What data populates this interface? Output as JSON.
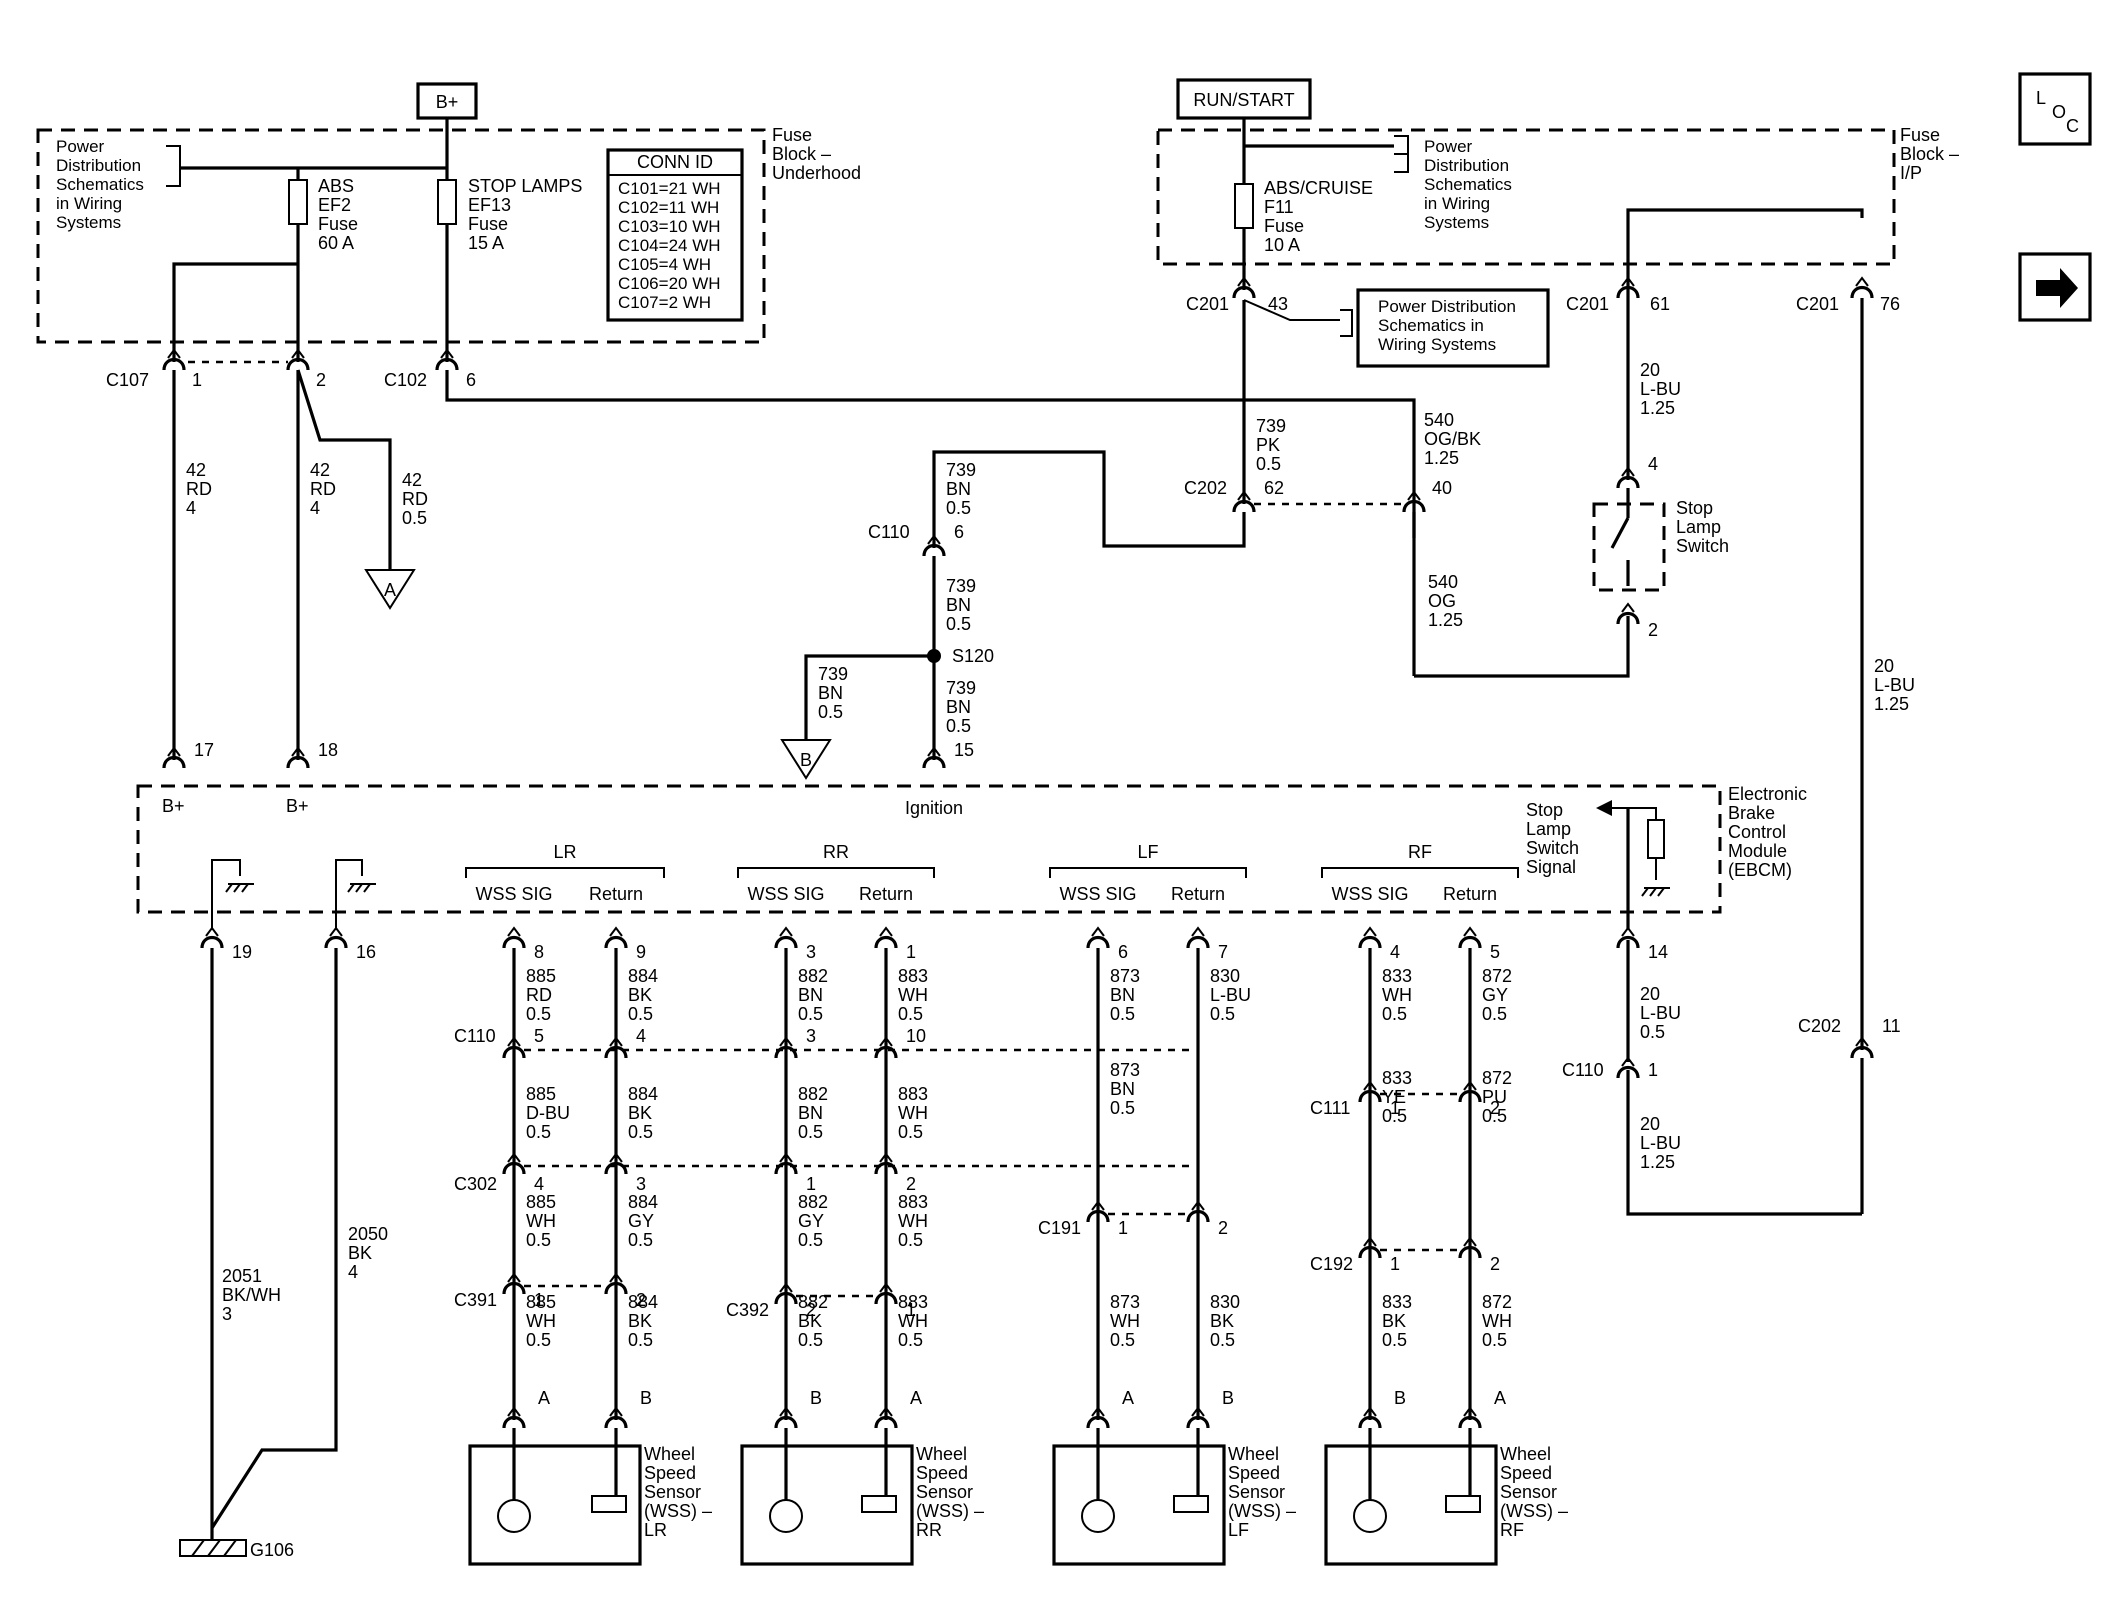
{
  "sources": {
    "b_plus": "B+",
    "run_start": "RUN/START"
  },
  "fuse_blocks": {
    "underhood": [
      "Fuse",
      "Block –",
      "Underhood"
    ],
    "ip": [
      "Fuse",
      "Block –",
      "I/P"
    ]
  },
  "references": {
    "power_dist_1": [
      "Power",
      "Distribution",
      "Schematics",
      "in Wiring",
      "Systems"
    ],
    "power_dist_2": [
      "Power",
      "Distribution",
      "Schematics",
      "in Wiring",
      "Systems"
    ],
    "power_dist_3": [
      "Power Distribution",
      "Schematics in",
      "Wiring Systems"
    ]
  },
  "fuses": {
    "abs": [
      "ABS",
      "EF2",
      "Fuse",
      "60 A"
    ],
    "stop_lamps": [
      "STOP LAMPS",
      "EF13",
      "Fuse",
      "15 A"
    ],
    "abs_cruise": [
      "ABS/CRUISE",
      "F11",
      "Fuse",
      "10 A"
    ]
  },
  "conn_id": {
    "title": "CONN ID",
    "rows": [
      "C101=21 WH",
      "C102=11 WH",
      "C103=10 WH",
      "C104=24 WH",
      "C105=4 WH",
      "C106=20 WH",
      "C107=2 WH"
    ]
  },
  "connectors": {
    "c107": "C107",
    "c107_p1": "1",
    "c107_p2": "2",
    "c102": "C102",
    "c102_p6": "6",
    "c201_a": "C201",
    "c201_a_pin": "43",
    "c201_b": "C201",
    "c201_b_pin": "61",
    "c201_c": "C201",
    "c201_c_pin": "76",
    "c202_a": "C202",
    "c202_a_pin": "62",
    "c202_a_pin2": "40",
    "c110_a": "C110",
    "c110_a_pin": "6",
    "s120": "S120",
    "pin15": "15",
    "pin17": "17",
    "pin18": "18",
    "ssw_4": "4",
    "ssw_2": "2",
    "c202_b": "C202",
    "c202_b_pin": "11",
    "c110_b": "C110",
    "c110_b_pin": "1",
    "pin14": "14",
    "pin19": "19",
    "pin16": "16",
    "g106": "G106"
  },
  "wires": {
    "w42rd4a": [
      "42",
      "RD",
      "4"
    ],
    "w42rd4b": [
      "42",
      "RD",
      "4"
    ],
    "w42rd05": [
      "42",
      "RD",
      "0.5"
    ],
    "w739pk": [
      "739",
      "PK",
      "0.5"
    ],
    "w540ogbk": [
      "540",
      "OG/BK",
      "1.25"
    ],
    "w739bn_a": [
      "739",
      "BN",
      "0.5"
    ],
    "w739bn_b": [
      "739",
      "BN",
      "0.5"
    ],
    "w739bn_c": [
      "739",
      "BN",
      "0.5"
    ],
    "w739bn_d": [
      "739",
      "BN",
      "0.5"
    ],
    "w540og": [
      "540",
      "OG",
      "1.25"
    ],
    "w20lbu_a": [
      "20",
      "L-BU",
      "1.25"
    ],
    "w20lbu_b": [
      "20",
      "L-BU",
      "1.25"
    ],
    "w20lbu_c": [
      "20",
      "L-BU",
      "0.5"
    ],
    "w20lbu_d": [
      "20",
      "L-BU",
      "1.25"
    ],
    "w2051": [
      "2051",
      "BK/WH",
      "3"
    ],
    "w2050": [
      "2050",
      "BK",
      "4"
    ]
  },
  "grounds_offpage": {
    "a": "A",
    "b": "B"
  },
  "stop_lamp_switch": [
    "Stop",
    "Lamp",
    "Switch"
  ],
  "ebcm": {
    "name": [
      "Electronic",
      "Brake",
      "Control",
      "Module",
      "(EBCM)"
    ],
    "bplus1": "B+",
    "bplus2": "B+",
    "ignition": "Ignition",
    "stop_signal": [
      "Stop",
      "Lamp",
      "Switch",
      "Signal"
    ],
    "wss_sig": "WSS SIG",
    "return": "Return"
  },
  "channels": [
    {
      "label": "LR",
      "pin_sig": "8",
      "pin_ret": "9",
      "sig1": [
        "885",
        "RD",
        "0.5"
      ],
      "ret1": [
        "884",
        "BK",
        "0.5"
      ],
      "c1": "C110",
      "c1_sig": "5",
      "c1_ret": "4",
      "sig2": [
        "885",
        "D-BU",
        "0.5"
      ],
      "ret2": [
        "884",
        "BK",
        "0.5"
      ],
      "c2": "C302",
      "c2_sig": "4",
      "c2_ret": "3",
      "sig3": [
        "885",
        "WH",
        "0.5"
      ],
      "ret3": [
        "884",
        "GY",
        "0.5"
      ],
      "c3": "C391",
      "c3_sig": "1",
      "c3_ret": "2",
      "sig4": [
        "885",
        "WH",
        "0.5"
      ],
      "ret4": [
        "884",
        "BK",
        "0.5"
      ],
      "term_sig": "A",
      "term_ret": "B",
      "sensor": [
        "Wheel",
        "Speed",
        "Sensor",
        "(WSS) –",
        "LR"
      ]
    },
    {
      "label": "RR",
      "pin_sig": "3",
      "pin_ret": "1",
      "sig1": [
        "882",
        "BN",
        "0.5"
      ],
      "ret1": [
        "883",
        "WH",
        "0.5"
      ],
      "c1": "",
      "c1_sig": "3",
      "c1_ret": "10",
      "sig2": [
        "882",
        "BN",
        "0.5"
      ],
      "ret2": [
        "883",
        "WH",
        "0.5"
      ],
      "c2": "",
      "c2_sig": "1",
      "c2_ret": "2",
      "sig3": [
        "882",
        "GY",
        "0.5"
      ],
      "ret3": [
        "883",
        "WH",
        "0.5"
      ],
      "c3": "C392",
      "c3_sig": "2",
      "c3_ret": "1",
      "sig4": [
        "882",
        "BK",
        "0.5"
      ],
      "ret4": [
        "883",
        "WH",
        "0.5"
      ],
      "term_sig": "B",
      "term_ret": "A",
      "sensor": [
        "Wheel",
        "Speed",
        "Sensor",
        "(WSS) –",
        "RR"
      ]
    },
    {
      "label": "LF",
      "pin_sig": "6",
      "pin_ret": "7",
      "sig1": [
        "873",
        "BN",
        "0.5"
      ],
      "ret1": [
        "830",
        "L-BU",
        "0.5"
      ],
      "c3": "C191",
      "c3_sig": "1",
      "c3_ret": "2",
      "sig4": [
        "873",
        "WH",
        "0.5"
      ],
      "ret4": [
        "830",
        "BK",
        "0.5"
      ],
      "term_sig": "A",
      "term_ret": "B",
      "sensor": [
        "Wheel",
        "Speed",
        "Sensor",
        "(WSS) –",
        "LF"
      ]
    },
    {
      "label": "RF",
      "pin_sig": "4",
      "pin_ret": "5",
      "sig1": [
        "833",
        "WH",
        "0.5"
      ],
      "ret1": [
        "872",
        "GY",
        "0.5"
      ],
      "c2": "C111",
      "c2_sig": "1",
      "c2_ret": "2",
      "sig2": [
        "833",
        "YE",
        "0.5"
      ],
      "ret2": [
        "872",
        "PU",
        "0.5"
      ],
      "c3": "C192",
      "c3_sig": "1",
      "c3_ret": "2",
      "sig4": [
        "833",
        "BK",
        "0.5"
      ],
      "ret4": [
        "872",
        "WH",
        "0.5"
      ],
      "term_sig": "B",
      "term_ret": "A",
      "sensor": [
        "Wheel",
        "Speed",
        "Sensor",
        "(WSS) –",
        "RF"
      ]
    }
  ],
  "nav": {
    "loc_l": "L",
    "loc_o": "O",
    "loc_c": "C",
    "next": "➔"
  }
}
